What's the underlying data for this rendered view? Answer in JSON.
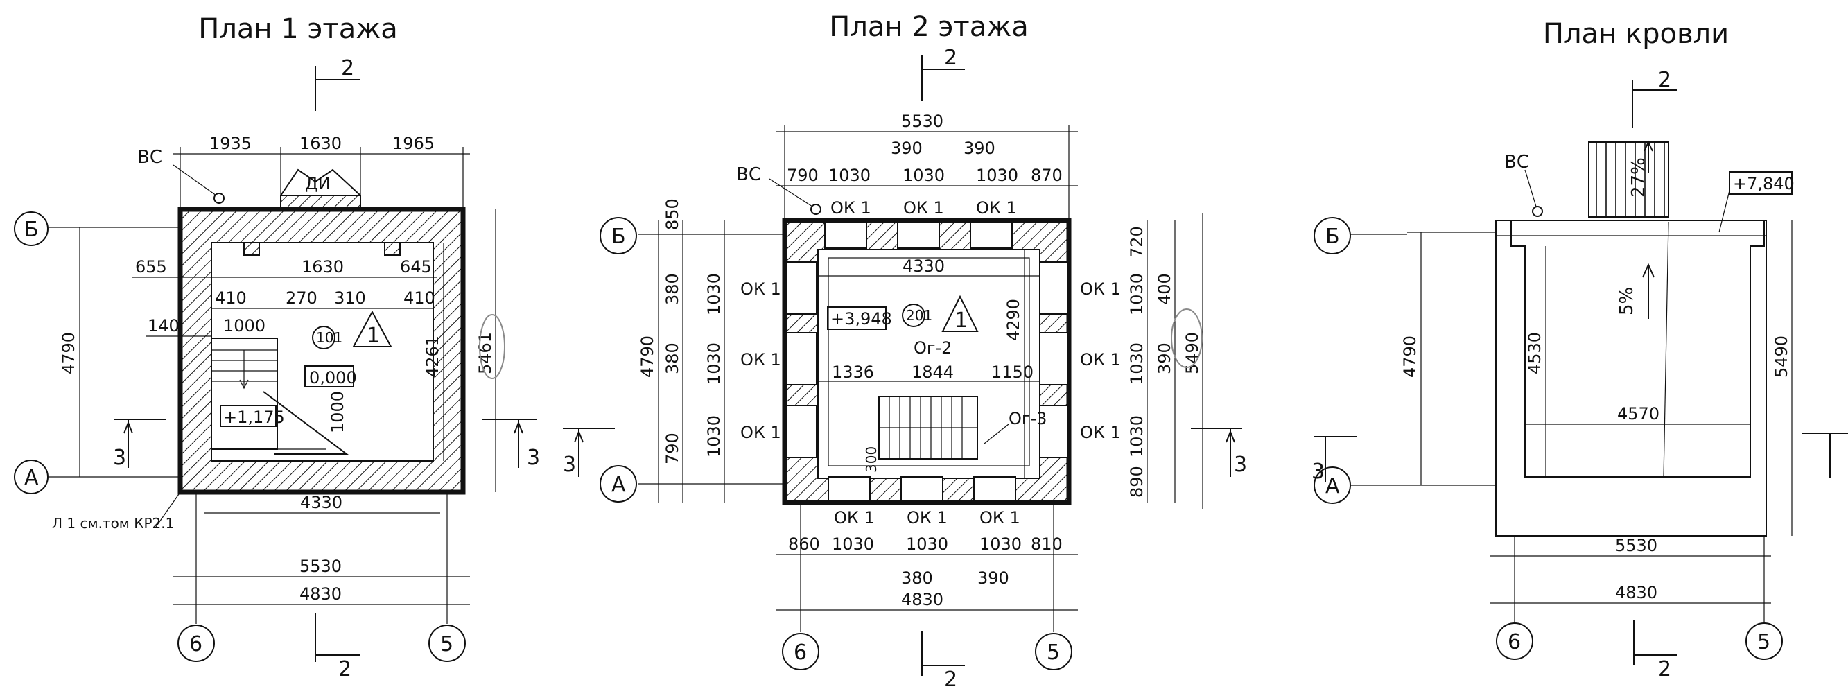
{
  "colors": {
    "ink": "#111111",
    "background": "#ffffff",
    "pencil_mark": "#8a8a8a"
  },
  "plan1": {
    "title": "План 1 этажа",
    "section_mark": "2",
    "section_mark_side": "3",
    "axis_b": "Б",
    "axis_a": "А",
    "axis_6": "6",
    "axis_5": "5",
    "vs_label": "ВС",
    "dim_top": [
      "1935",
      "1630",
      "1965"
    ],
    "dim_inner_top": [
      "655",
      "1630",
      "645"
    ],
    "dim_door": [
      "410",
      "270",
      "310",
      "410"
    ],
    "dim_140": "140",
    "dim_1000h": "1000",
    "dim_1000v": "1000",
    "dim_left": "4790",
    "dim_right_inner": "4261",
    "dim_right_outer": "5461",
    "dim_bottom_inner": "4330",
    "dim_bottom_mid": "5530",
    "dim_bottom_outer": "4830",
    "level_0": "0,000",
    "level_stair": "+1,175",
    "room": "101",
    "zone": "1",
    "entrance_label": "ДИ",
    "note": "Л 1 см.том КР2.1"
  },
  "plan2": {
    "title": "План 2 этажа",
    "section_mark": "2",
    "section_mark_side": "3",
    "axis_b": "Б",
    "axis_a": "А",
    "axis_6": "6",
    "axis_5": "5",
    "vs_label": "ВС",
    "dim_top_overall": "5530",
    "dim_top_390a": "390",
    "dim_top_390b": "390",
    "dim_top_row": [
      "790",
      "1030",
      "1030",
      "1030",
      "870"
    ],
    "win_label": "ОК 1",
    "dim_left_outer": "4790",
    "dim_left_850": "850",
    "dim_left_380a": "380",
    "dim_left_380b": "380",
    "dim_left_790": "790",
    "dim_left_1030": [
      "1030",
      "1030",
      "1030"
    ],
    "dim_right_row": [
      "720",
      "1030",
      "1030",
      "1030",
      "890"
    ],
    "dim_right_400": "400",
    "dim_right_390": "390",
    "dim_right_outer": "5490",
    "dim_inner_4330": "4330",
    "dim_inner_4290": "4290",
    "dim_stair_row": [
      "1336",
      "1844",
      "1150"
    ],
    "beam_og2": "Ог-2",
    "beam_og3": "Ог-3",
    "dim_300": "300",
    "level": "+3,948",
    "room": "201",
    "zone": "1",
    "dim_bottom_row": [
      "860",
      "1030",
      "1030",
      "1030",
      "810"
    ],
    "dim_bottom_380": "380",
    "dim_bottom_390": "390",
    "dim_bottom_overall": "4830"
  },
  "plan3": {
    "title": "План кровли",
    "section_mark": "2",
    "section_mark_side": "3",
    "axis_b": "Б",
    "axis_a": "А",
    "axis_6": "6",
    "axis_5": "5",
    "vs_label": "ВС",
    "slope_27": "27%",
    "slope_5": "5%",
    "level": "+7,840",
    "dim_left": "4790",
    "dim_inner_v": "4530",
    "dim_inner_h": "4570",
    "dim_right": "5490",
    "dim_bottom_mid": "5530",
    "dim_bottom_outer": "4830"
  }
}
